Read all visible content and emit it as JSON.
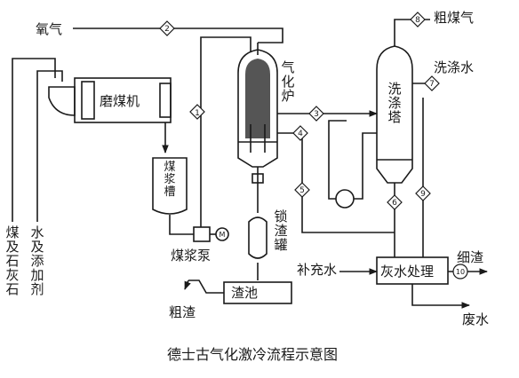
{
  "diagram": {
    "title": "德士古气化激冷流程示意图",
    "labels": {
      "oxygen": "氧气",
      "coal_limestone": "煤及石灰石",
      "water_additive": "水及添加剂",
      "mill": "磨煤机",
      "slurry_tank": "煤浆槽",
      "slurry_pump": "煤浆泵",
      "gasifier": "气化炉",
      "lock_hopper": "锁渣罐",
      "slag_pool": "渣池",
      "coarse_slag": "粗渣",
      "raw_gas": "粗煤气",
      "wash_water": "洗涤水",
      "scrubber": "洗涤塔",
      "makeup_water": "补充水",
      "grey_water": "灰水处理",
      "fine_slag": "细渣",
      "waste_water": "废水"
    },
    "stream_numbers": [
      "1",
      "2",
      "3",
      "4",
      "5",
      "6",
      "7",
      "8",
      "9",
      "10"
    ],
    "pump_motor": "M"
  }
}
